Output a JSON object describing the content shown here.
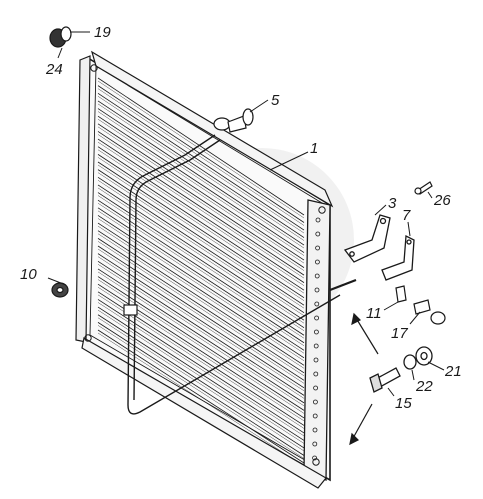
{
  "diagram": {
    "callouts": [
      {
        "id": "c1",
        "label": "1"
      },
      {
        "id": "c3",
        "label": "3"
      },
      {
        "id": "c5",
        "label": "5"
      },
      {
        "id": "c7",
        "label": "7"
      },
      {
        "id": "c10",
        "label": "10"
      },
      {
        "id": "c11",
        "label": "11"
      },
      {
        "id": "c15",
        "label": "15"
      },
      {
        "id": "c17",
        "label": "17"
      },
      {
        "id": "c19",
        "label": "19"
      },
      {
        "id": "c21",
        "label": "21"
      },
      {
        "id": "c22",
        "label": "22"
      },
      {
        "id": "c24",
        "label": "24"
      },
      {
        "id": "c26",
        "label": "26"
      }
    ],
    "colors": {
      "ink": "#1a1a1a",
      "paper": "#ffffff",
      "watermark": "#dcdcdc"
    }
  }
}
